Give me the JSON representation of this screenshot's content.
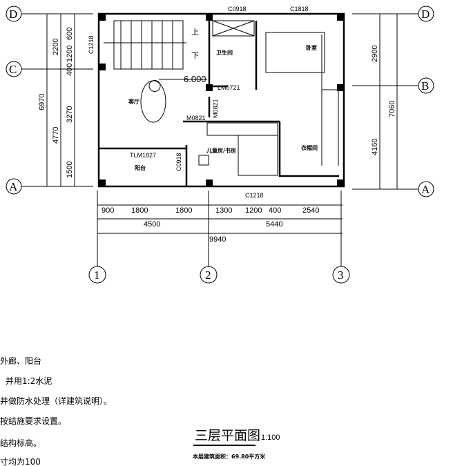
{
  "axes": {
    "left": [
      "D",
      "C",
      "A"
    ],
    "right": [
      "D",
      "B",
      "A"
    ],
    "bottom": [
      "1",
      "2",
      "3"
    ]
  },
  "dims": {
    "left_inner": [
      "600",
      "1200",
      "2200",
      "400",
      "3270",
      "1500"
    ],
    "left_mid": "4770",
    "left_outer": "6970",
    "left_window": "C1218",
    "right_inner": [
      "2900",
      "4160"
    ],
    "right_outer": "7060",
    "bottom_row1": [
      "900",
      "1800",
      "1800",
      "1300",
      "1200",
      "400",
      "2540"
    ],
    "bottom_row2": [
      "4500",
      "5440"
    ],
    "bottom_total": "9940"
  },
  "openings": {
    "top": [
      "C0918",
      "C1818"
    ],
    "bottom": "C1218",
    "lm0721": "LM0721",
    "m0821a": "M0821",
    "m0821b": "M0821",
    "tlm": "TLM1827",
    "c0918": "C0918"
  },
  "rooms": {
    "bath": "卫生间",
    "bedroom": "卧室",
    "living": "客厅",
    "balcony": "阳台",
    "kids": "儿童房/书房",
    "closet": "衣帽间",
    "up": "上",
    "down": "下",
    "elevation": "6.000"
  },
  "notes": [
    "外廊、阳台",
    "并用1:2水泥",
    "并做防水处理（详建筑说明）。",
    "按结施要求设置。",
    "结构标高。",
    "寸均为100"
  ],
  "title": {
    "name": "三层平面图",
    "scale": "1:100",
    "area": "本层建筑面积：69.80平方米"
  }
}
